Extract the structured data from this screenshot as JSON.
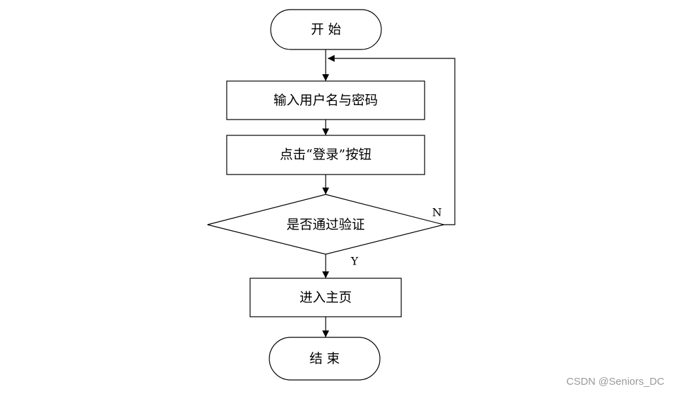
{
  "nodes": {
    "start": "开 始",
    "input_credentials": "输入用户名与密码",
    "click_login": "点击“登录”按钮",
    "verify_decision": "是否通过验证",
    "enter_home": "进入主页",
    "end": "结 束"
  },
  "branches": {
    "no": "N",
    "yes": "Y"
  },
  "watermark": "CSDN @Seniors_DC",
  "colors": {
    "stroke": "#000000",
    "fill": "#ffffff",
    "watermark": "#9a9a9a"
  }
}
